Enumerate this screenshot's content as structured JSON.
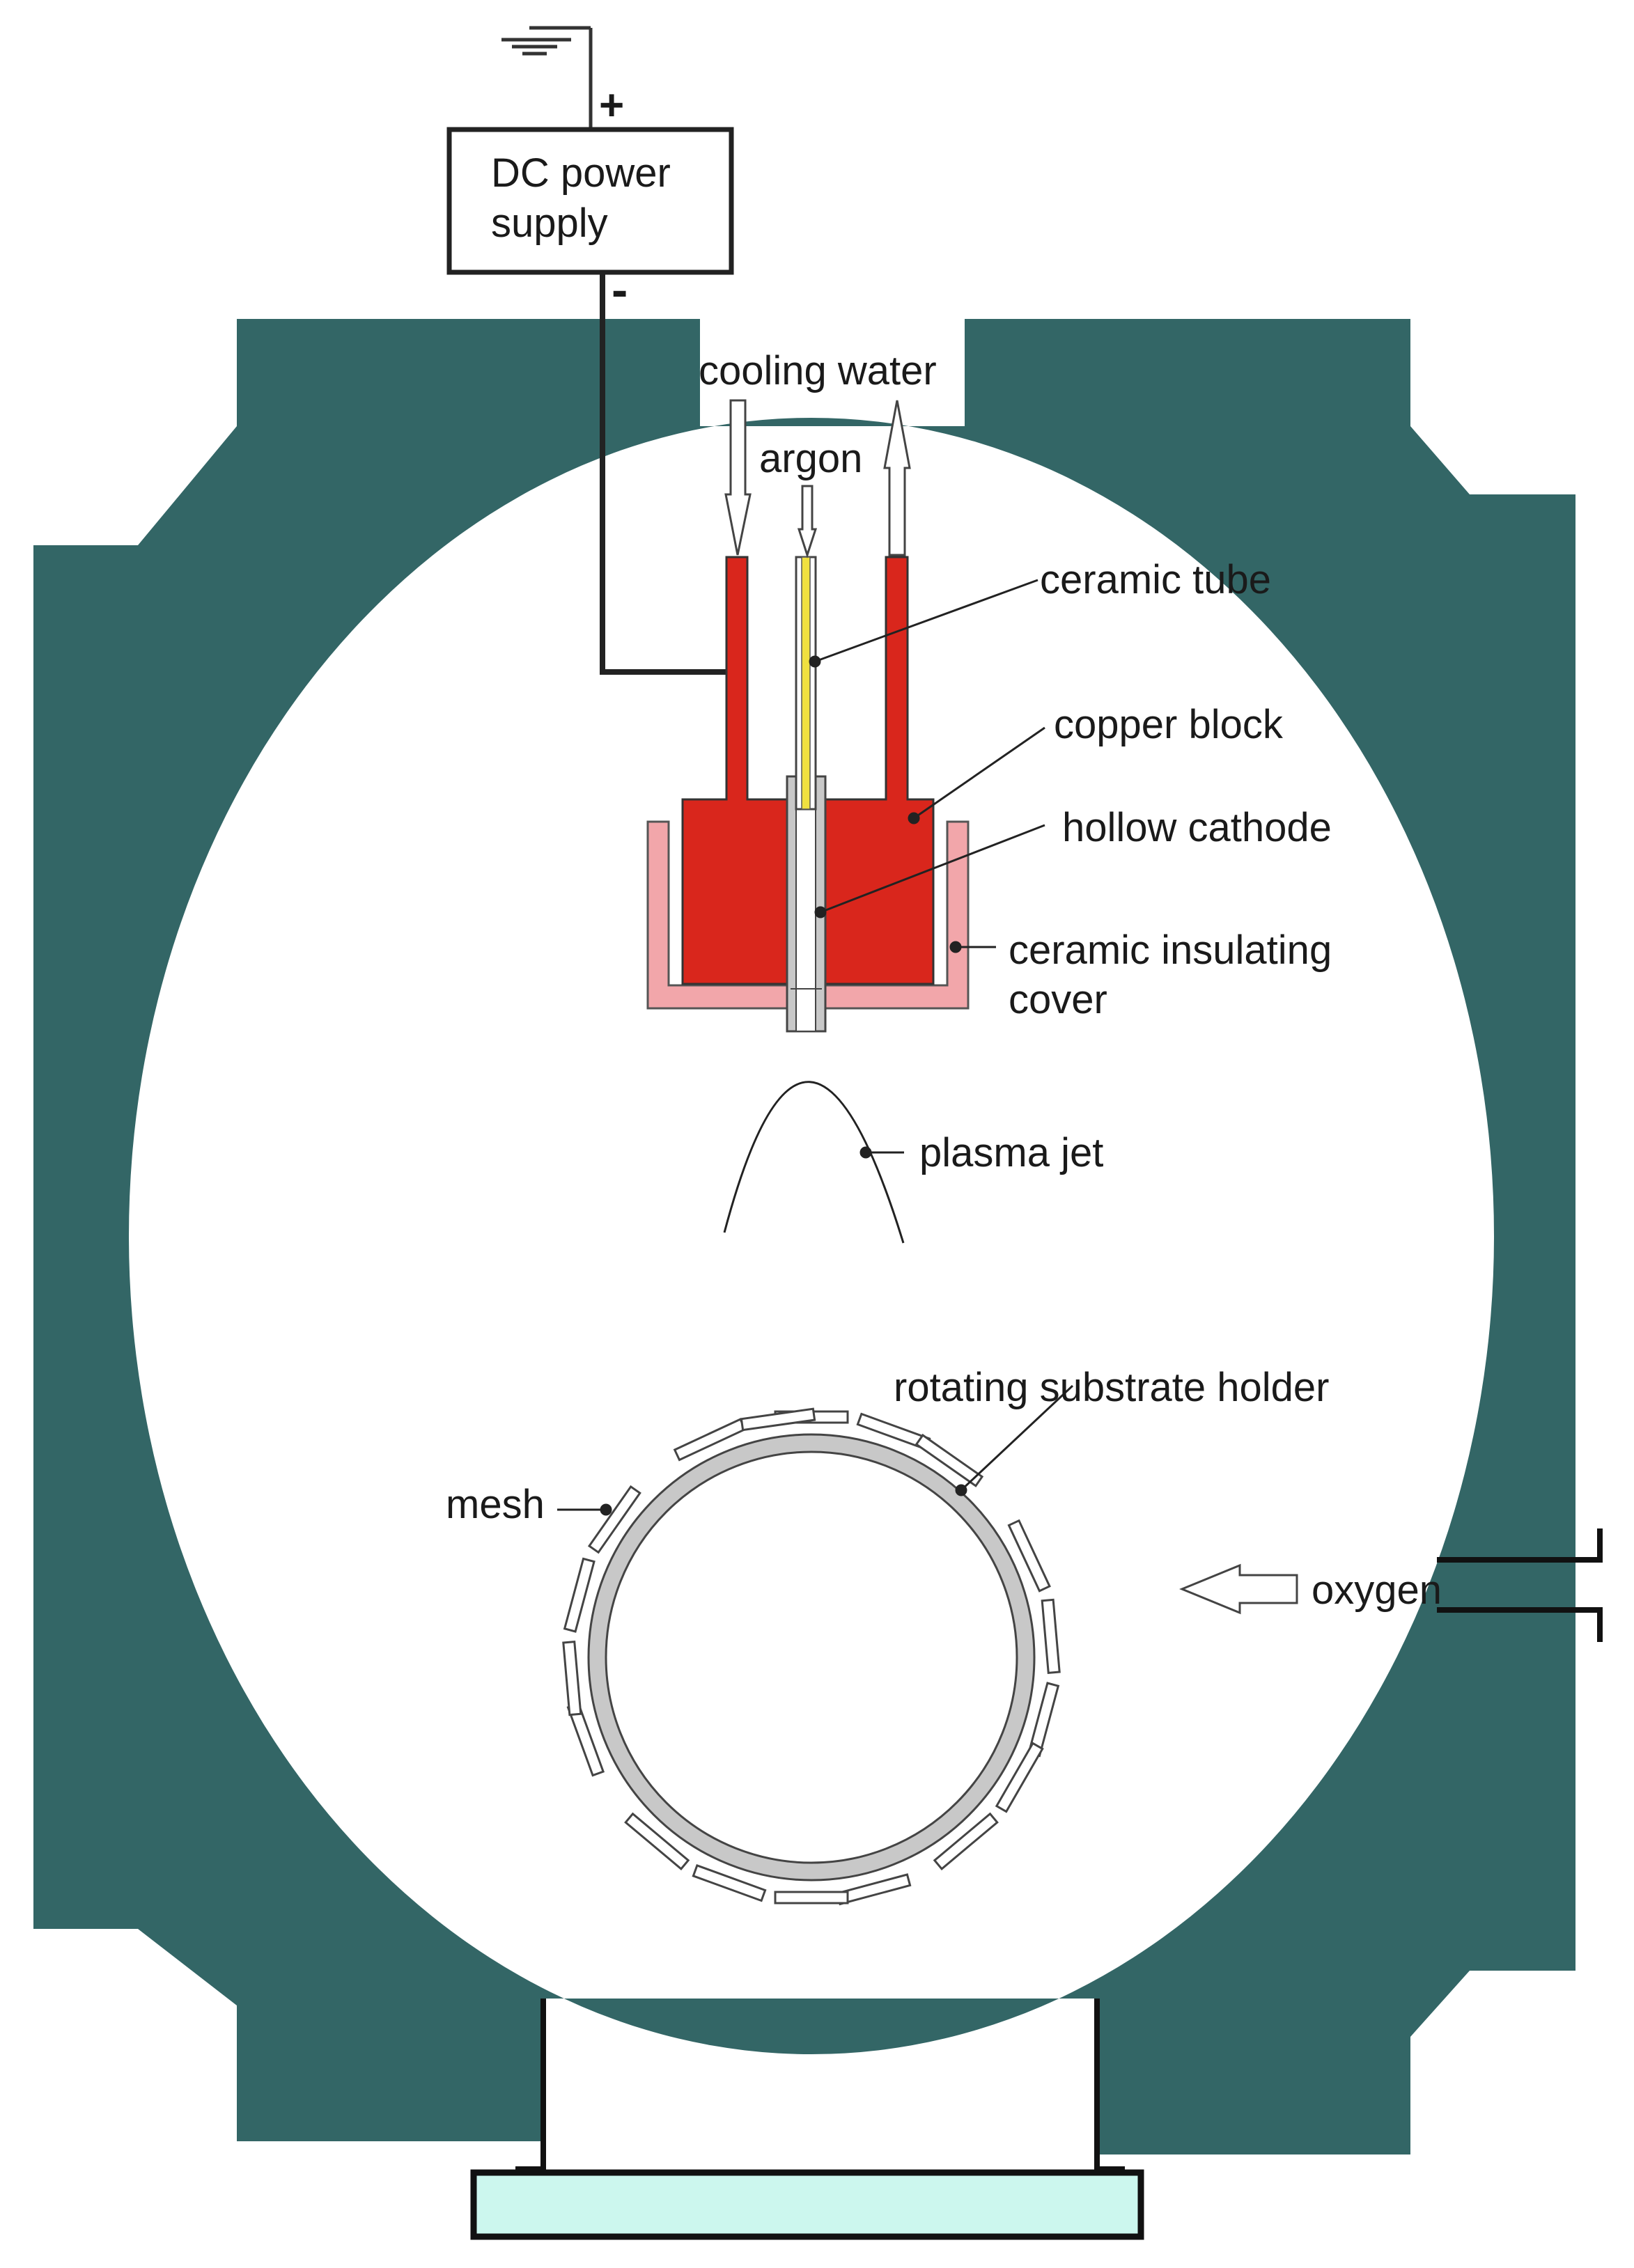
{
  "labels": {
    "power_supply_line1": "DC power",
    "power_supply_line2": "supply",
    "plus_sign": "+",
    "minus_sign": "-",
    "cooling_water": "cooling water",
    "argon": "argon",
    "ceramic_tube": "ceramic tube",
    "copper_block": "copper block",
    "hollow_cathode": "hollow cathode",
    "insulating_cover_line1": "ceramic insulating",
    "insulating_cover_line2": "cover",
    "plasma_jet": "plasma jet",
    "substrate_holder": "rotating substrate holder",
    "mesh": "mesh",
    "oxygen": "oxygen"
  },
  "colors": {
    "chamber_wall": "#336666",
    "copper": "#d9261c",
    "ceramic_cover": "#f2a6aa",
    "ceramic_tube": "#f0e040",
    "cathode": "#c8c8c8",
    "substrate_ring": "#c8c8c8",
    "base_plate": "#ccf7ee"
  }
}
